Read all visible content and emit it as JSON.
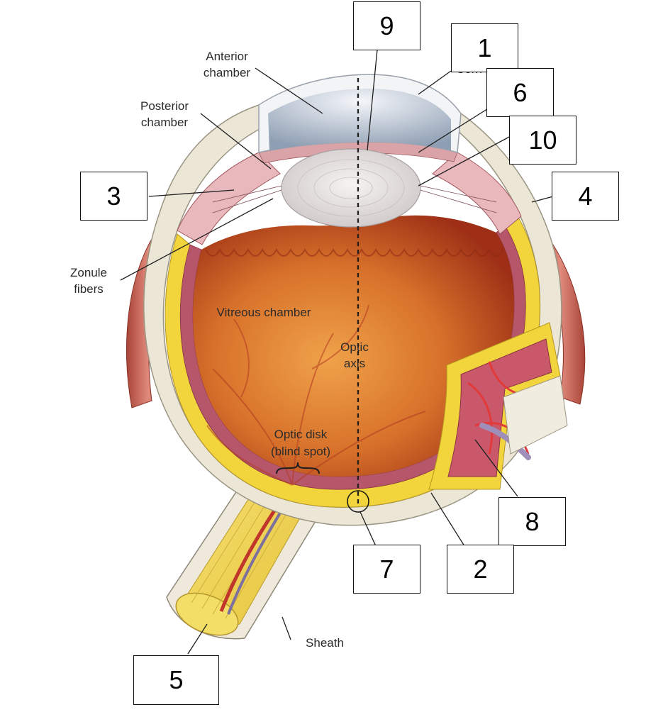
{
  "labels": {
    "anterior_1": "Anterior",
    "anterior_2": "chamber",
    "posterior_1": "Posterior",
    "posterior_2": "chamber",
    "zonule_1": "Zonule",
    "zonule_2": "fibers",
    "vitreous": "Vitreous chamber",
    "optic_axis_1": "Optic",
    "optic_axis_2": "axis",
    "optic_disk_1": "Optic disk",
    "optic_disk_2": "(blind spot)",
    "sheath": "Sheath",
    "cornea_partial": "Corn"
  },
  "number_boxes": {
    "n1": "1",
    "n2": "2",
    "n3": "3",
    "n4": "4",
    "n5": "5",
    "n6": "6",
    "n7": "7",
    "n8": "8",
    "n9": "9",
    "n10": "10"
  },
  "colors": {
    "sclera": "#ece6d6",
    "vitreous": "#c9561c",
    "retina_yellow": "#f2d43c",
    "lens": "#dcdcdc",
    "iris": "#e9b8bc",
    "muscle": "#c96a5e",
    "vessel_red": "#c0362b"
  }
}
